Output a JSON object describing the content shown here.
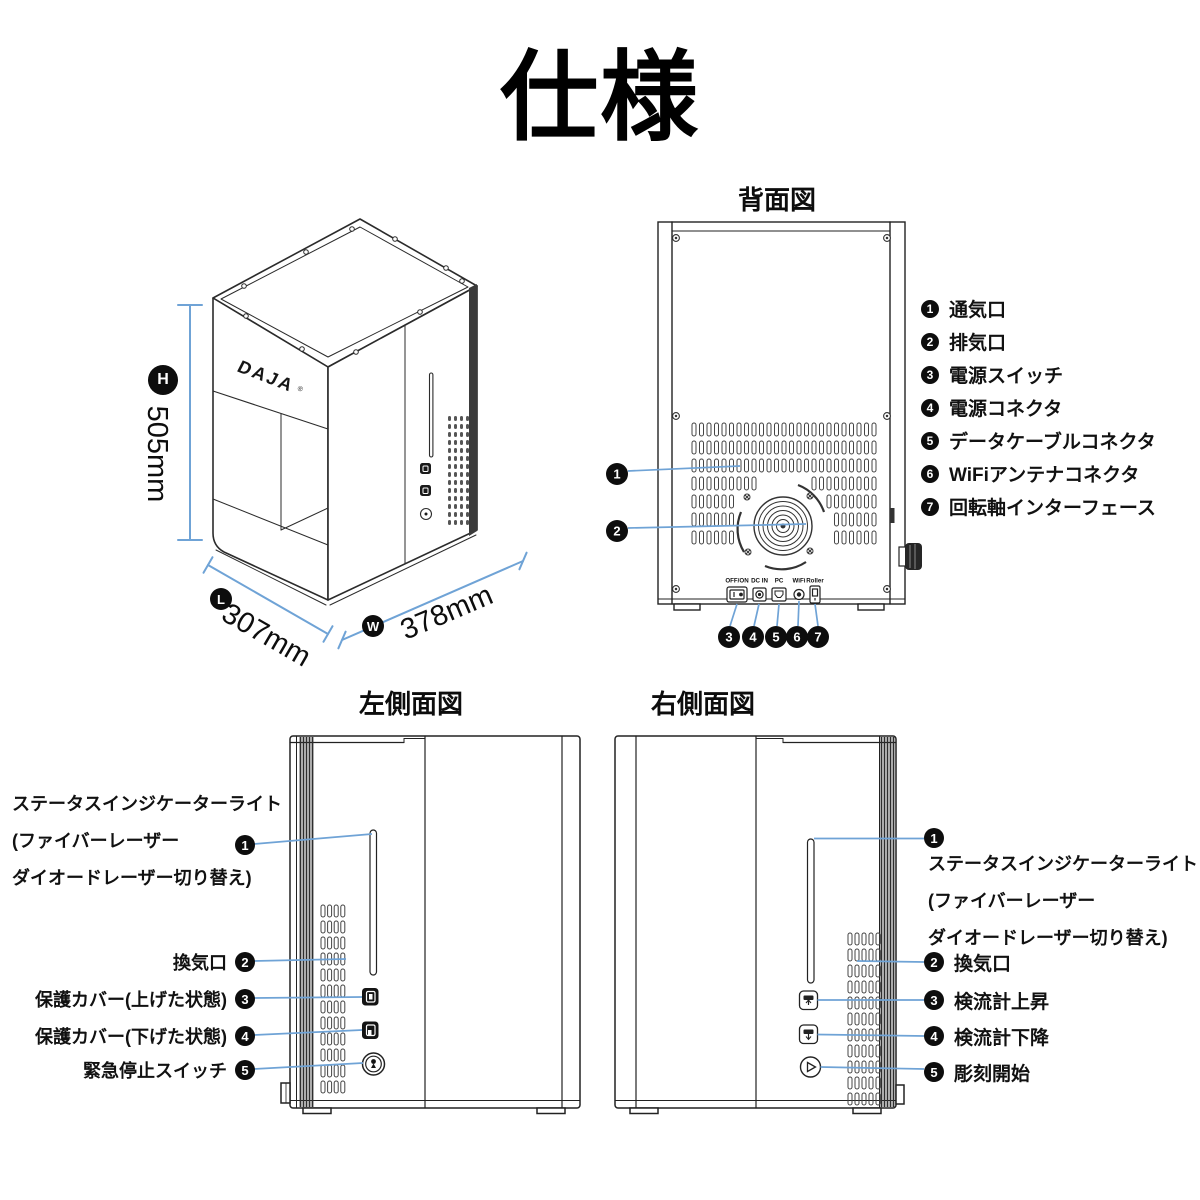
{
  "page": {
    "title": "仕様"
  },
  "brand": {
    "name": "DAJA",
    "mark": "®"
  },
  "colors": {
    "accent": "#6FA3D6",
    "ink": "#111111"
  },
  "dimensions": {
    "height": {
      "letter": "H",
      "value": "505mm"
    },
    "length": {
      "letter": "L",
      "value": "307mm"
    },
    "width": {
      "letter": "W",
      "value": "378mm"
    }
  },
  "rear_view": {
    "title": "背面図",
    "panel_nums": [
      "1",
      "2"
    ],
    "port_nums": [
      "3",
      "4",
      "5",
      "6",
      "7"
    ],
    "port_labels": [
      "OFF/ON",
      "DC IN",
      "PC",
      "WiFi",
      "Roller"
    ],
    "legend": [
      {
        "num": "1",
        "label": "通気口"
      },
      {
        "num": "2",
        "label": "排気口"
      },
      {
        "num": "3",
        "label": "電源スイッチ"
      },
      {
        "num": "4",
        "label": "電源コネクタ"
      },
      {
        "num": "5",
        "label": "データケーブルコネクタ"
      },
      {
        "num": "6",
        "label": "WiFiアンテナコネクタ"
      },
      {
        "num": "7",
        "label": "回転軸インターフェース"
      }
    ]
  },
  "left_view": {
    "title": "左側面図",
    "callout1": {
      "num": "1",
      "line1": "ステータスインジケーターライト",
      "line2": "(ファイバーレーザー",
      "line3": "ダイオードレーザー切り替え)"
    },
    "callouts": [
      {
        "num": "2",
        "label": "換気口"
      },
      {
        "num": "3",
        "label": "保護カバー(上げた状態)"
      },
      {
        "num": "4",
        "label": "保護カバー(下げた状態)"
      },
      {
        "num": "5",
        "label": "緊急停止スイッチ"
      }
    ]
  },
  "right_view": {
    "title": "右側面図",
    "callout1": {
      "num": "1",
      "line1": "ステータスインジケーターライト",
      "line2": "(ファイバーレーザー",
      "line3": "ダイオードレーザー切り替え)"
    },
    "callouts": [
      {
        "num": "2",
        "label": "換気口"
      },
      {
        "num": "3",
        "label": "検流計上昇"
      },
      {
        "num": "4",
        "label": "検流計下降"
      },
      {
        "num": "5",
        "label": "彫刻開始"
      }
    ]
  }
}
